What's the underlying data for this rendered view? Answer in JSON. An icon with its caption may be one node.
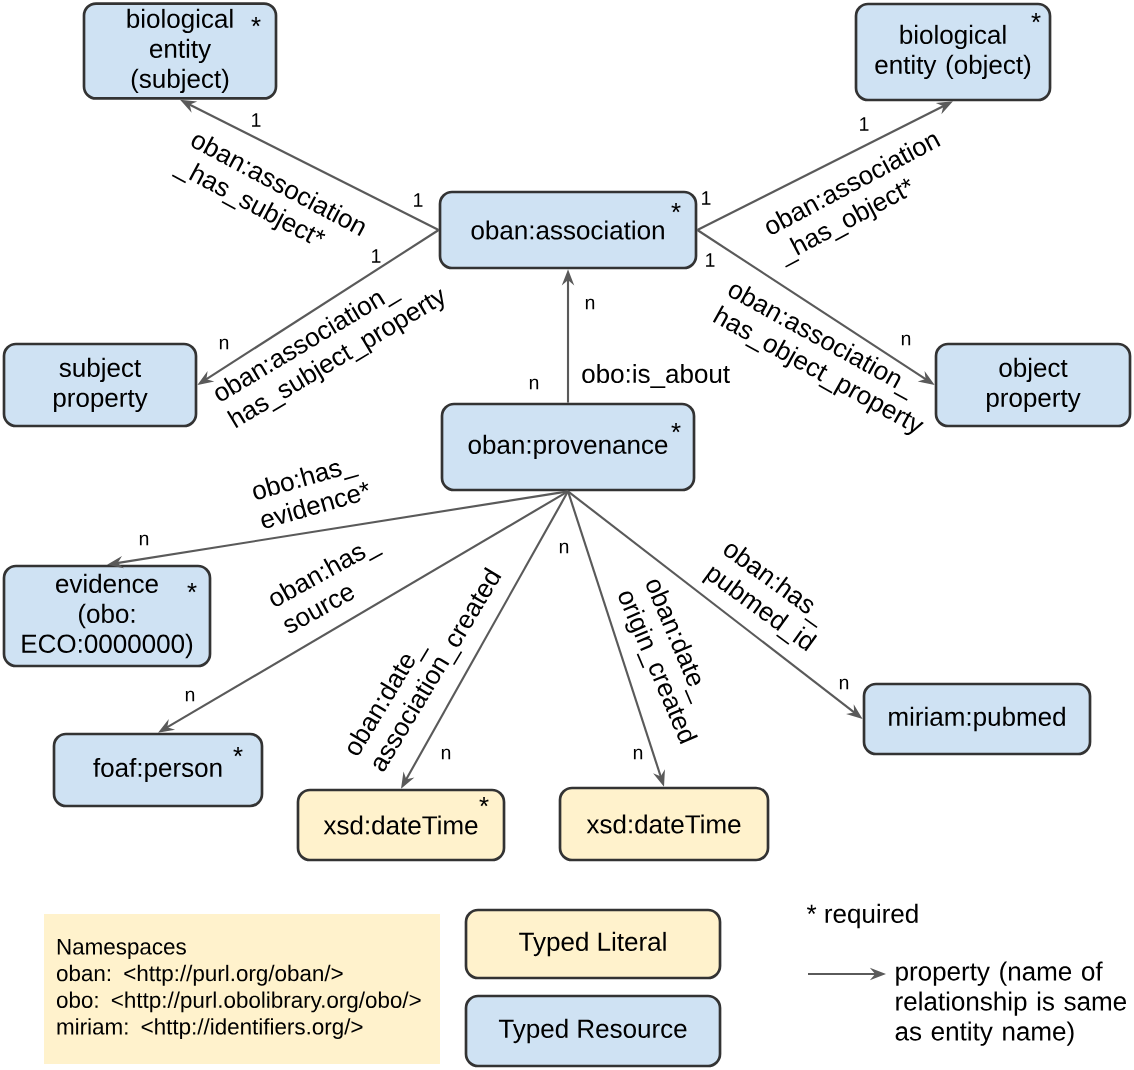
{
  "diagram": {
    "nodes": [
      {
        "text": [
          "biological entity (subject)",
          "*"
        ]
      },
      {
        "text": [
          "biological entity (object)",
          "*"
        ]
      },
      {
        "text": [
          "oban:association",
          "*"
        ]
      },
      {
        "text": [
          "subject property"
        ]
      },
      {
        "text": [
          "object property"
        ]
      },
      {
        "text": [
          "oban:provenance",
          "*"
        ]
      },
      {
        "text": [
          "evidence (obo: ECO:0000000)",
          "*"
        ]
      },
      {
        "text": [
          "foaf:person",
          "*"
        ]
      },
      {
        "text": [
          "xsd:dateTime",
          "*"
        ]
      },
      {
        "text": [
          "xsd:dateTime"
        ]
      },
      {
        "text": [
          "miriam:pubmed"
        ]
      },
      {
        "text": [
          "Namespaces",
          "oban: <http://purl.org/oban/>",
          "obo: <http://purl.obolibrary.org/obo/>",
          "miriam: <http://identifiers.org/>"
        ]
      }
    ],
    "edges": [
      {
        "from": 2,
        "to": 0,
        "arrow": "to",
        "label": "oban:association _has_subject*"
      },
      {
        "from": 2,
        "to": 1,
        "arrow": "to",
        "label": "oban:association _has_object*"
      },
      {
        "from": 2,
        "to": 3,
        "arrow": "to",
        "label": "oban:association_ has_subject_property"
      },
      {
        "from": 2,
        "to": 4,
        "arrow": "to",
        "label": "oban:association_ has_object_property"
      },
      {
        "from": 5,
        "to": 2,
        "arrow": "to",
        "label": "obo:is_about"
      },
      {
        "from": 5,
        "to": 6,
        "arrow": "to",
        "label": "obo:has_ evidence*"
      },
      {
        "from": 5,
        "to": 7,
        "arrow": "to",
        "label": "oban:has_ source"
      },
      {
        "from": 5,
        "to": 8,
        "arrow": "to",
        "label": "oban:date_ association_created"
      },
      {
        "from": 5,
        "to": 9,
        "arrow": "to",
        "label": "oban:date_ origin_created"
      },
      {
        "from": 5,
        "to": 10,
        "arrow": "to",
        "label": "oban:has_ pubmed_id"
      }
    ],
    "labels": [
      "1",
      "1",
      "1",
      "1",
      "1",
      "1",
      "n",
      "n",
      "n",
      "n",
      "n",
      "n",
      "n",
      "n",
      "n",
      "n",
      "* required"
    ],
    "legend": [
      {
        "text": "Typed Literal",
        "color": "#fff2cc"
      },
      {
        "text": "Typed Resource",
        "color": "#cfe2f3"
      },
      {
        "text": "property (name of relationship is same as entity name)"
      }
    ]
  }
}
